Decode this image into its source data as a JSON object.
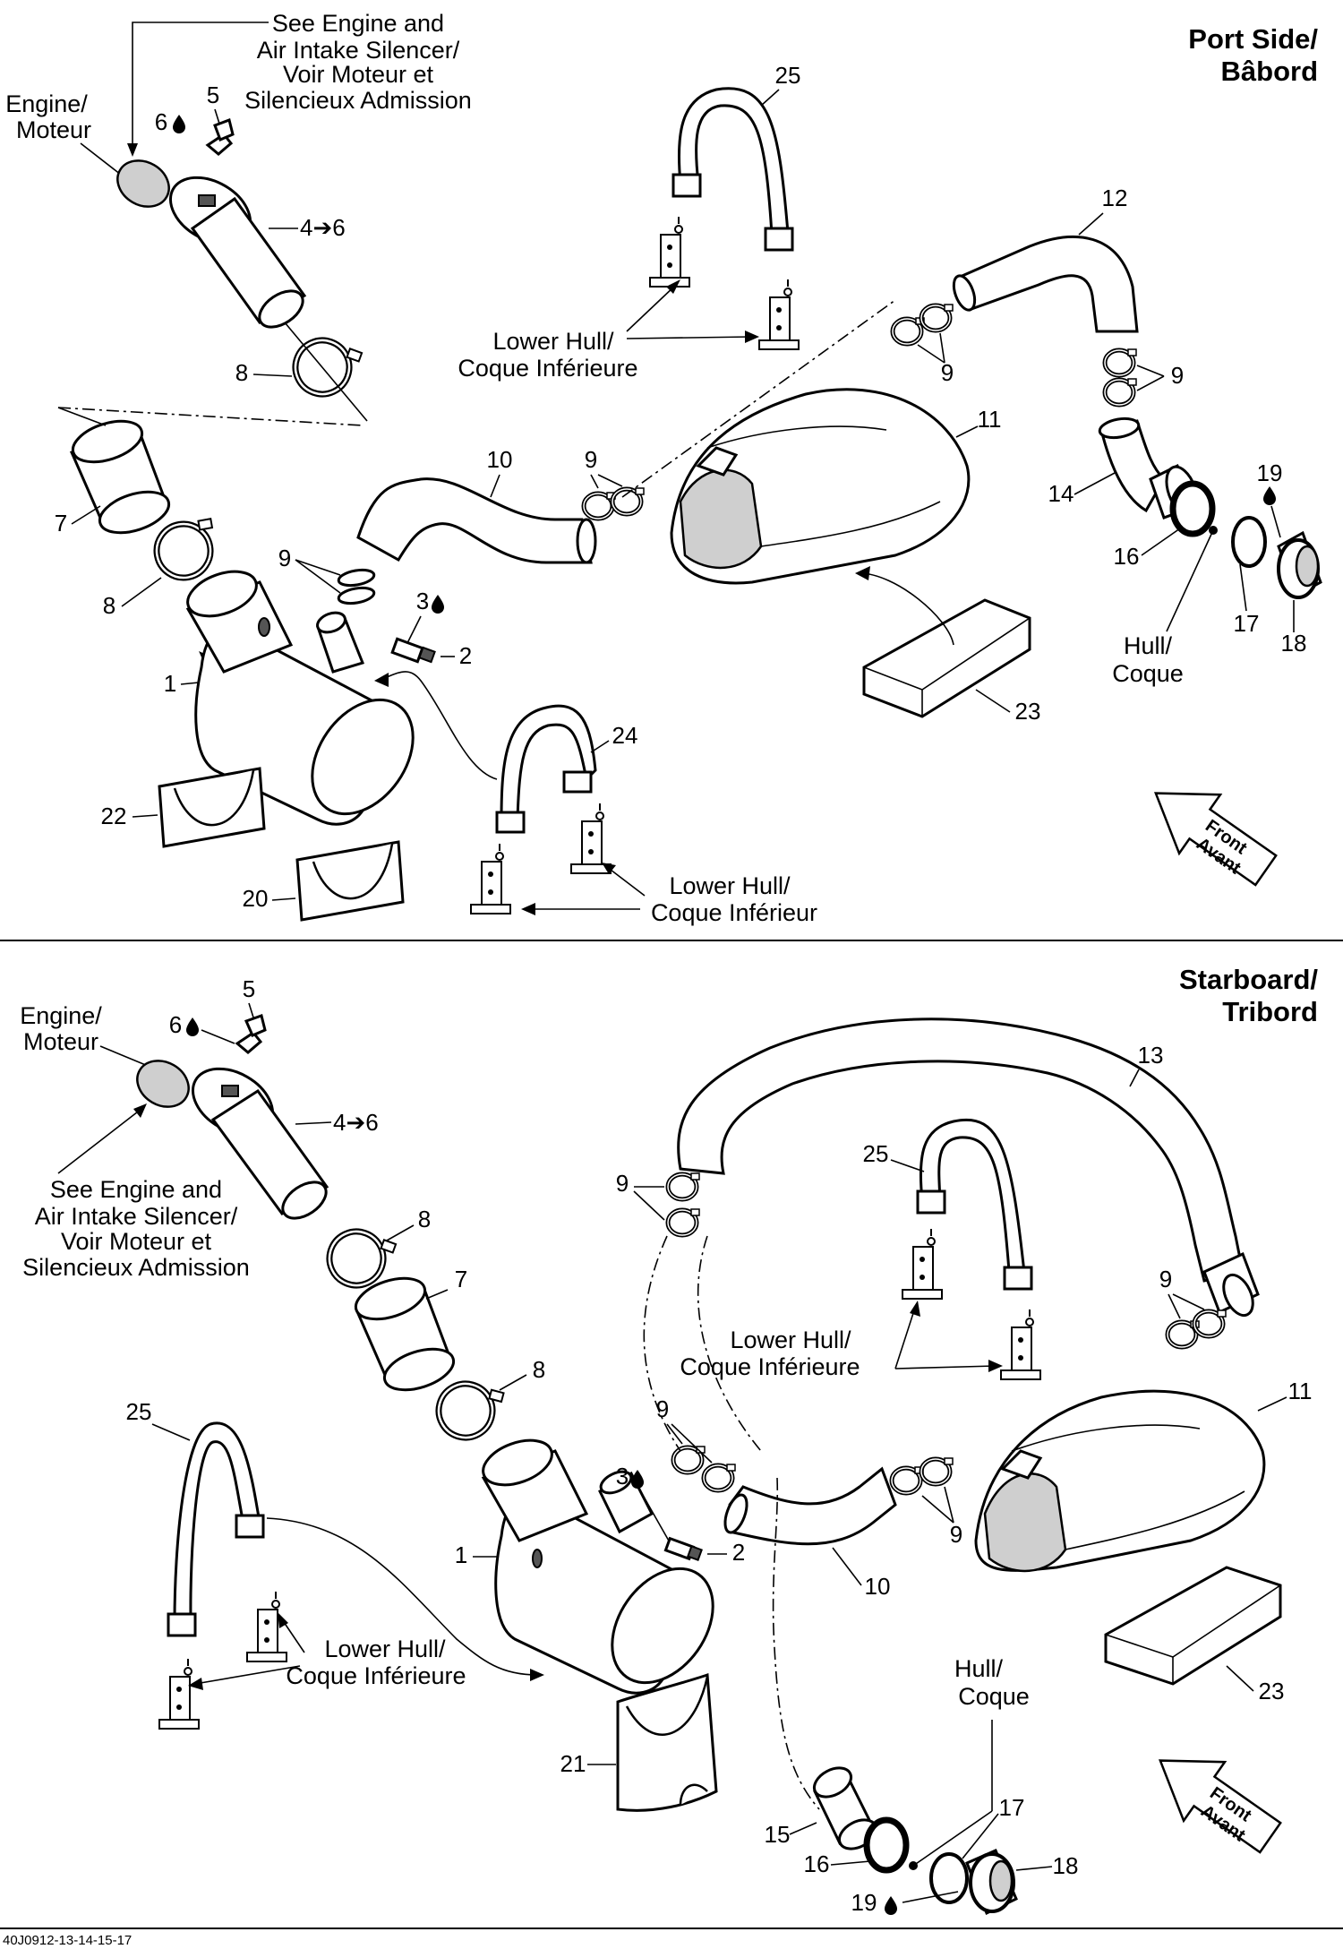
{
  "drawing_code": "40J0912-13-14-15-17",
  "panels": {
    "port": {
      "title_line1": "Port Side/",
      "title_line2": "Bâbord",
      "see_engine": [
        "See Engine and",
        "Air Intake Silencer/",
        "Voir Moteur et",
        "Silencieux Admission"
      ],
      "engine": [
        "Engine/",
        "Moteur"
      ],
      "lower_hull_a": [
        "Lower Hull/",
        "Coque Inférieure"
      ],
      "lower_hull_b": [
        "Lower Hull/",
        "Coque Inférieur"
      ],
      "hull": [
        "Hull/",
        "Coque"
      ],
      "front": [
        "Front",
        "Avant"
      ],
      "parts": {
        "p1": "1",
        "p2": "2",
        "p3": "3",
        "p4": "4➔6",
        "p5": "5",
        "p6": "6",
        "p7": "7",
        "p8a": "8",
        "p8b": "8",
        "p9a": "9",
        "p9b": "9",
        "p9c": "9",
        "p9d": "9",
        "p10": "10",
        "p11": "11",
        "p12": "12",
        "p14": "14",
        "p16": "16",
        "p17": "17",
        "p18": "18",
        "p19": "19",
        "p20": "20",
        "p22": "22",
        "p23": "23",
        "p24": "24",
        "p25": "25"
      }
    },
    "starboard": {
      "title_line1": "Starboard/",
      "title_line2": "Tribord",
      "see_engine": [
        "See Engine and",
        "Air Intake Silencer/",
        "Voir Moteur et",
        "Silencieux Admission"
      ],
      "engine": [
        "Engine/",
        "Moteur"
      ],
      "lower_hull_a": [
        "Lower Hull/",
        "Coque Inférieure"
      ],
      "lower_hull_b": [
        "Lower Hull/",
        "Coque Inférieure"
      ],
      "hull": [
        "Hull/",
        "Coque"
      ],
      "front": [
        "Front",
        "Avant"
      ],
      "parts": {
        "p1": "1",
        "p2": "2",
        "p3": "3",
        "p4": "4➔6",
        "p5": "5",
        "p6": "6",
        "p7": "7",
        "p8a": "8",
        "p8b": "8",
        "p9a": "9",
        "p9b": "9",
        "p9c": "9",
        "p9d": "9",
        "p10": "10",
        "p11": "11",
        "p13": "13",
        "p15": "15",
        "p16": "16",
        "p17": "17",
        "p18": "18",
        "p19": "19",
        "p21": "21",
        "p23": "23",
        "p25a": "25",
        "p25b": "25"
      }
    }
  },
  "icons": [
    "drop-icon",
    "arrow-right-icon",
    "front-arrow-icon"
  ]
}
